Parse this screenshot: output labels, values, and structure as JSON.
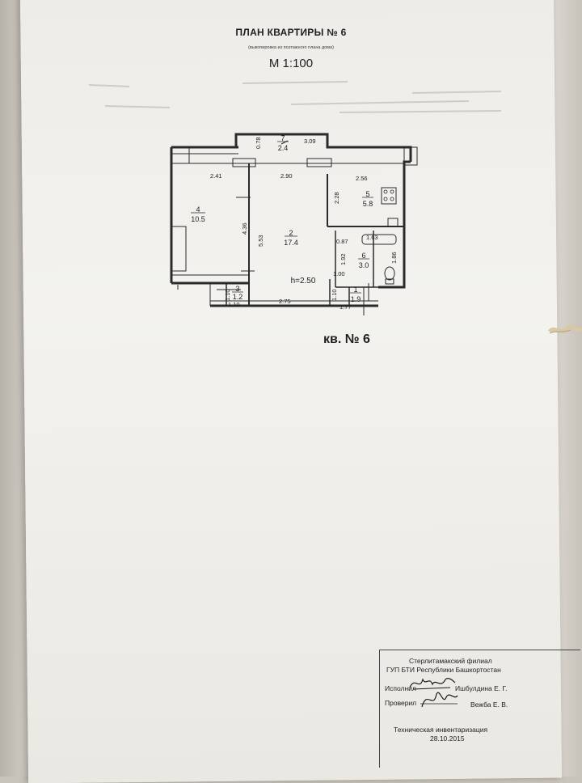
{
  "document": {
    "title": "ПЛАН КВАРТИРЫ №  6",
    "subtitle": "(выкопировка из поэтажного плана дома)",
    "scale": "М 1:100",
    "apartment_label": "кв. № 6",
    "ceiling_height": "h=2.50"
  },
  "rooms": [
    {
      "number": "7",
      "area": "2.4"
    },
    {
      "number": "2",
      "area": "17.4"
    },
    {
      "number": "5",
      "area": "5.8"
    },
    {
      "number": "4",
      "area": "10.5"
    },
    {
      "number": "6",
      "area": "3.0"
    },
    {
      "number": "3",
      "area": "1.2"
    },
    {
      "number": "1",
      "area": "1.9"
    }
  ],
  "dimensions": [
    "0.78",
    "3.09",
    "2.41",
    "2.90",
    "2.56",
    "2.28",
    "4.36",
    "5.53",
    "0.87",
    "1.63",
    "1.92",
    "1.86",
    "1.00",
    "1.10",
    "1.10",
    "2.75",
    "1.10",
    "1.77"
  ],
  "stamp": {
    "org_line1": "Стерлитамакский  филиал",
    "org_line2": "ГУП БТИ Республики Башкортостан",
    "executor_label": "Исполнил",
    "executor_name": "Ишбулдина Е. Г.",
    "checker_label": "Проверил",
    "checker_name": "Вежба Е. В.",
    "inventory_label": "Техническая инвентаризация",
    "date": "28.10.2015"
  }
}
